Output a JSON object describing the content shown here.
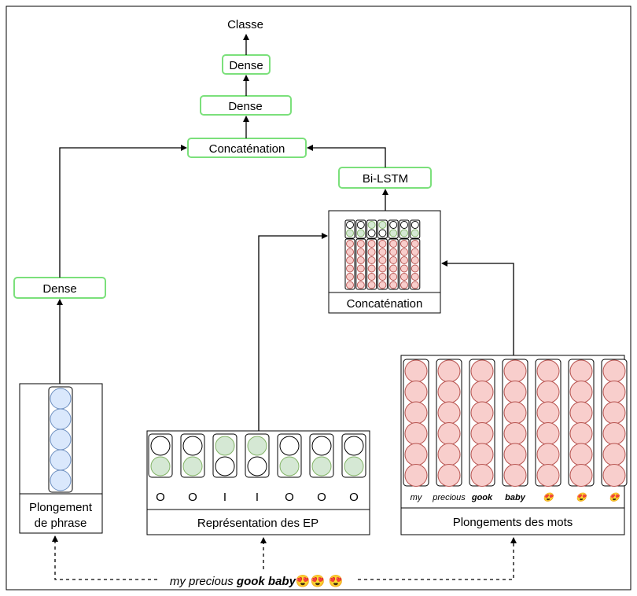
{
  "top_output": "Classe",
  "layers": {
    "dense_top": "Dense",
    "dense_mid": "Dense",
    "concat_main": "Concaténation",
    "bilstm": "Bi-LSTM",
    "dense_left": "Dense"
  },
  "concat_inner": {
    "label": "Concaténation"
  },
  "sentence_embedding": {
    "label_line1": "Plongement",
    "label_line2": "de phrase"
  },
  "ep_representation": {
    "label": "Représentation des EP",
    "tags": [
      "O",
      "O",
      "I",
      "I",
      "O",
      "O",
      "O"
    ],
    "states": [
      [
        "white",
        "green"
      ],
      [
        "white",
        "green"
      ],
      [
        "green",
        "white"
      ],
      [
        "green",
        "white"
      ],
      [
        "white",
        "green"
      ],
      [
        "white",
        "green"
      ],
      [
        "white",
        "green"
      ]
    ]
  },
  "word_embeddings": {
    "label": "Plongements des mots",
    "words": [
      "my",
      "precious",
      "gook",
      "baby",
      "😍",
      "😍",
      "😍"
    ],
    "bold": [
      false,
      false,
      true,
      true,
      false,
      false,
      false
    ]
  },
  "input_sentence": {
    "normal": "my precious ",
    "bold": "gook baby",
    "emoji": "😍😍 😍"
  },
  "colors": {
    "green_border": "#7be07b",
    "blue_fill": "#dae8fc",
    "blue_stroke": "#6c8ebf",
    "red_fill": "#f8cecc",
    "red_stroke": "#b85450",
    "green_fill": "#d5e8d4",
    "green_stroke": "#82b366"
  }
}
